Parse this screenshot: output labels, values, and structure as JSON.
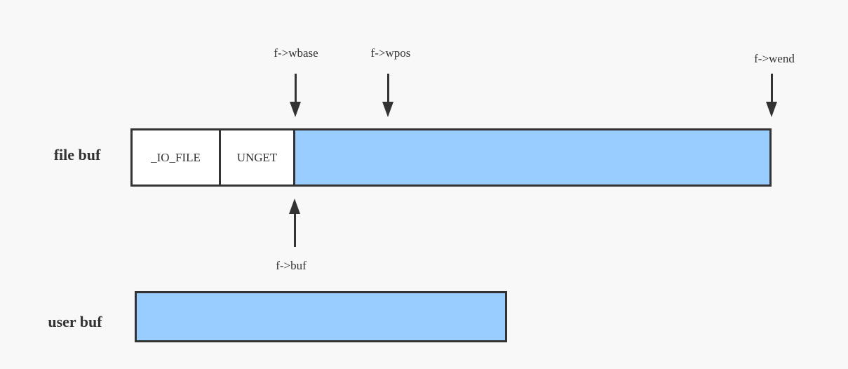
{
  "colors": {
    "background": "#f8f8f8",
    "buffer_fill": "#99ccff",
    "border": "#333333",
    "text": "#333333"
  },
  "rows": {
    "file_buf": {
      "label": "file buf",
      "cells": [
        "_IO_FILE",
        "UNGET"
      ]
    },
    "user_buf": {
      "label": "user buf"
    }
  },
  "pointers": {
    "wbase": {
      "label": "f->wbase",
      "direction": "down"
    },
    "wpos": {
      "label": "f->wpos",
      "direction": "down"
    },
    "wend": {
      "label": "f->wend",
      "direction": "down"
    },
    "buf": {
      "label": "f->buf",
      "direction": "up"
    }
  }
}
